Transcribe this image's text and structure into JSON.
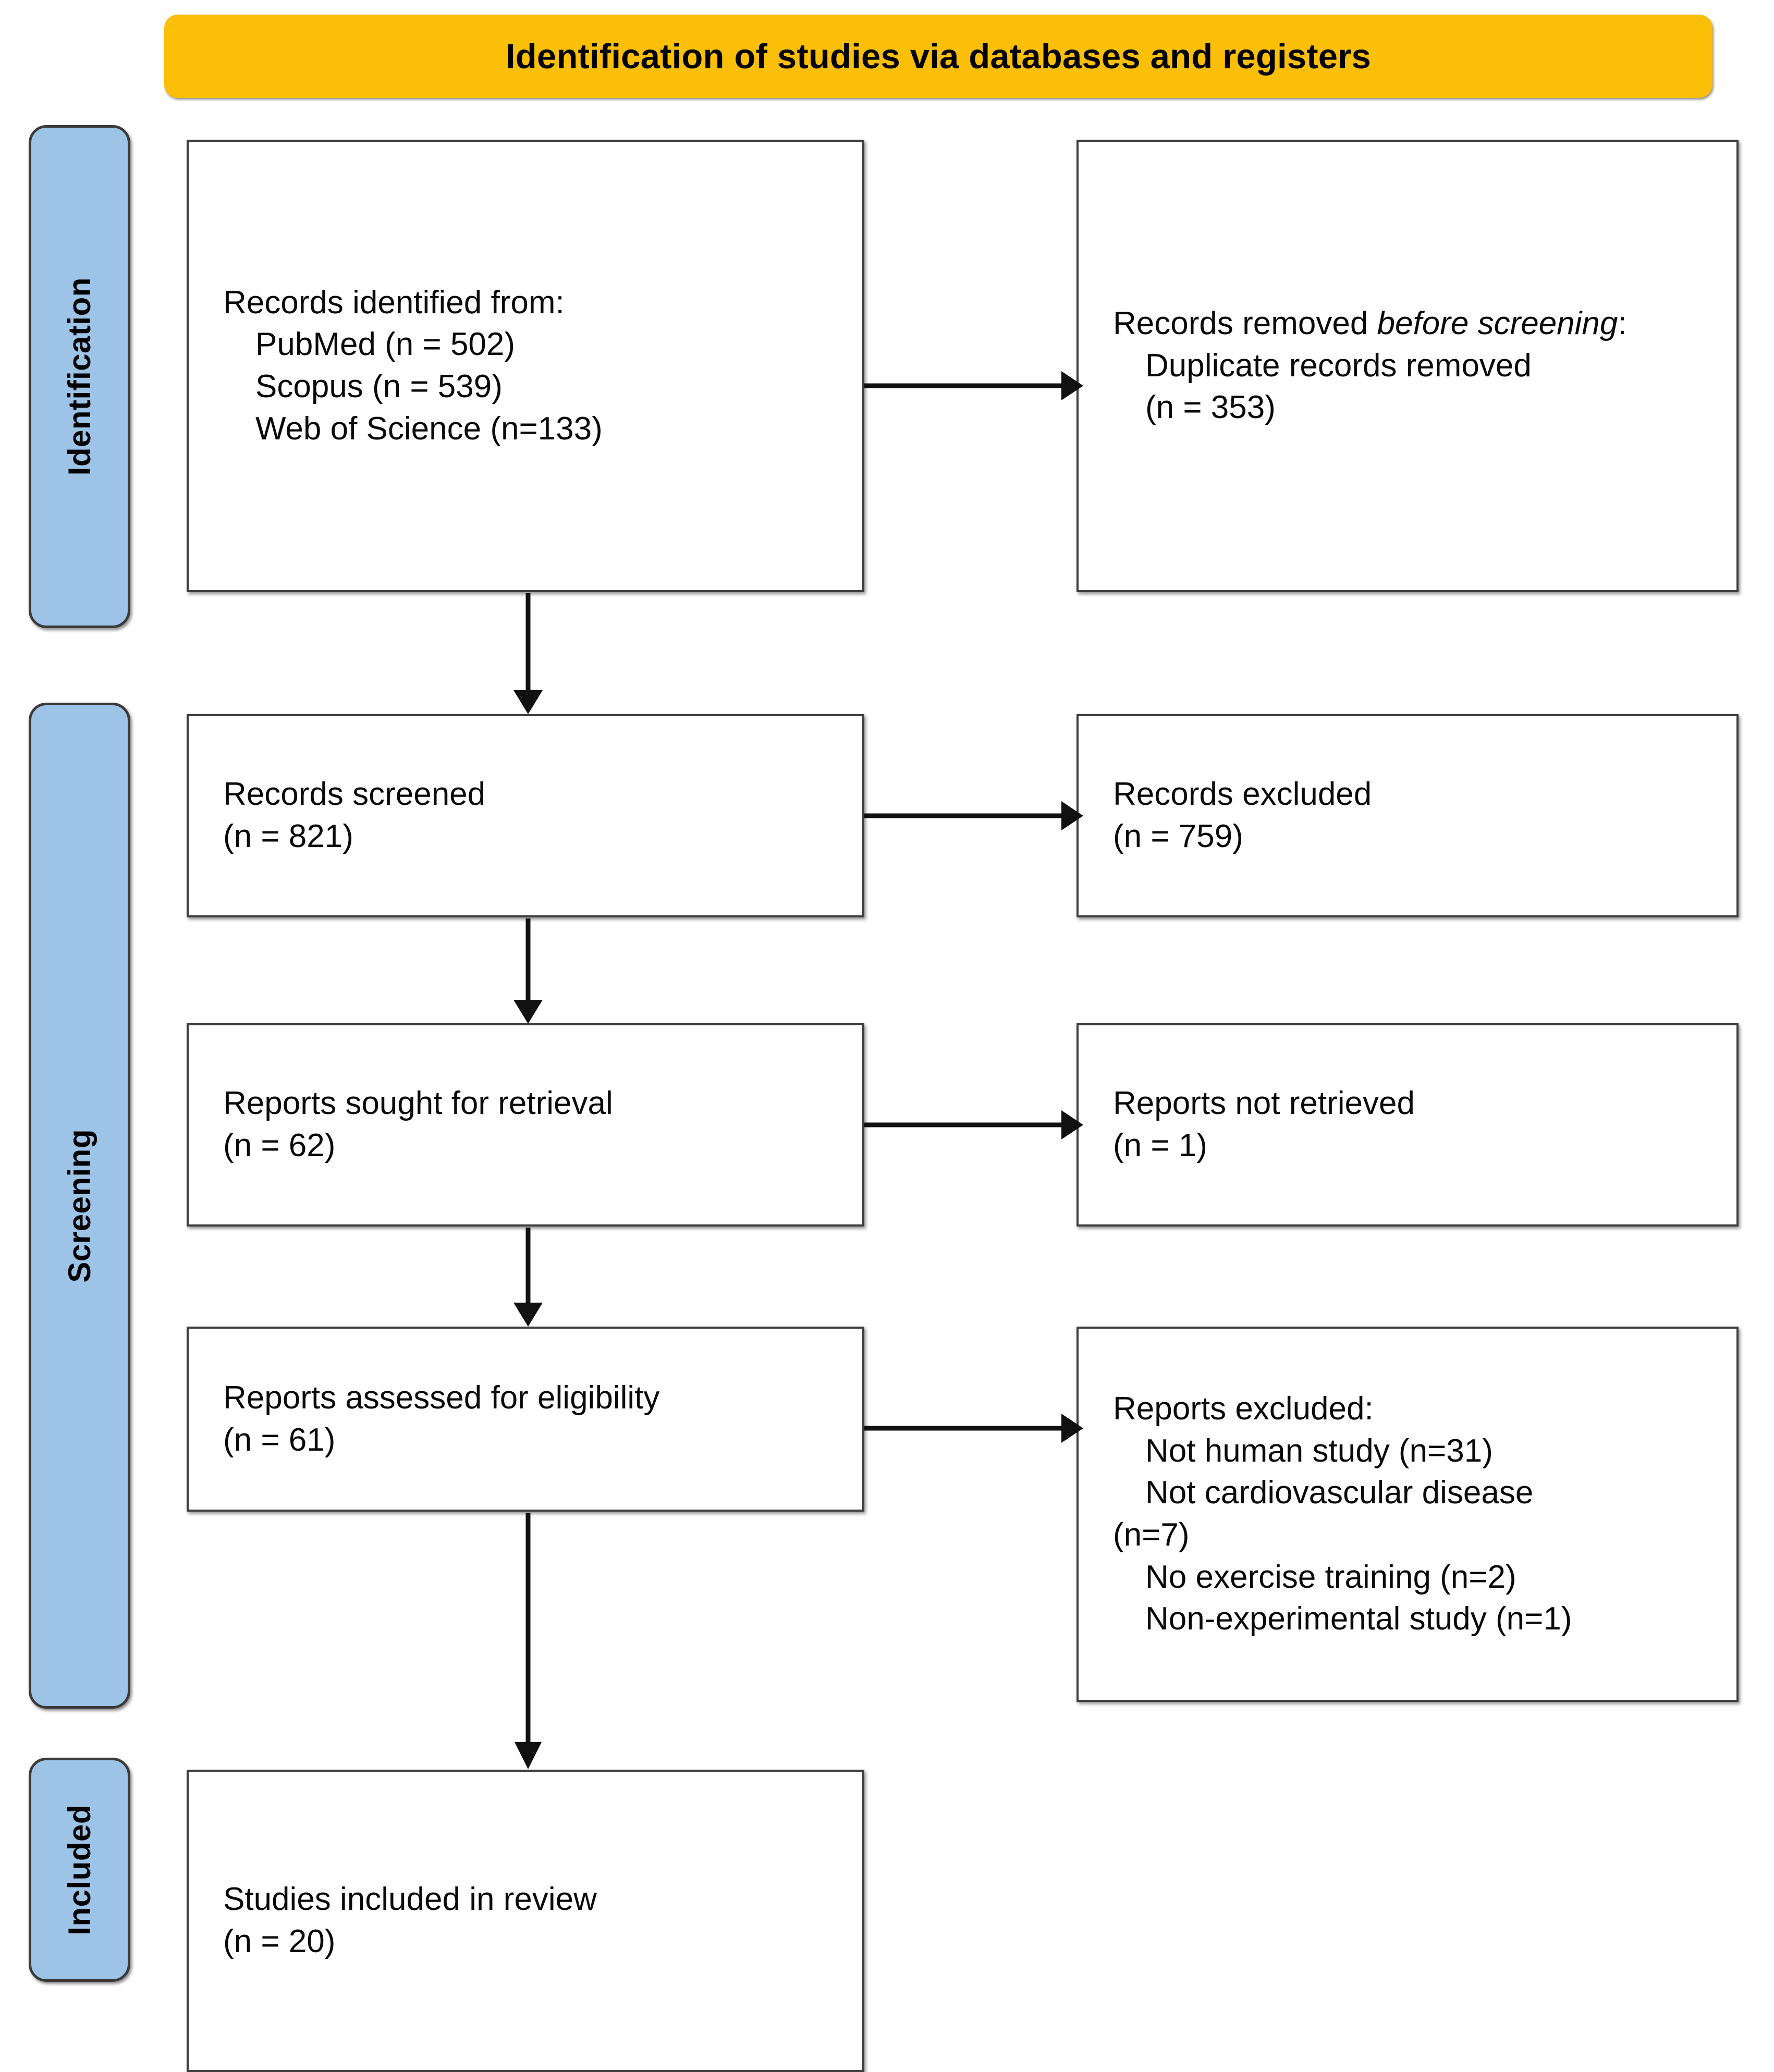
{
  "header": {
    "title": "Identification of studies via databases and registers",
    "banner_color": "#fcbf08"
  },
  "stages": {
    "identification": "Identification",
    "screening": "Screening",
    "included": "Included",
    "color": "#9dc3e6"
  },
  "boxes": {
    "records_identified": {
      "heading": "Records identified from:",
      "items": [
        "PubMed (n = 502)",
        "Scopus (n = 539)",
        "Web of Science (n=133)"
      ]
    },
    "records_removed": {
      "heading_plain": "Records removed ",
      "heading_italic": "before screening",
      "heading_tail": ":",
      "items": [
        "Duplicate records removed"
      ],
      "count": "(n = 353)"
    },
    "records_screened": {
      "heading": "Records screened",
      "count": "(n = 821)"
    },
    "records_excluded": {
      "heading": "Records excluded",
      "count": "(n = 759)"
    },
    "reports_sought": {
      "heading": "Reports sought for retrieval",
      "count": "(n = 62)"
    },
    "reports_not_retrieved": {
      "heading": "Reports not retrieved",
      "count": "(n = 1)"
    },
    "reports_assessed": {
      "heading": "Reports assessed for eligibility",
      "count": "(n = 61)"
    },
    "reports_excluded": {
      "heading": "Reports excluded:",
      "items": [
        "Not human study (n=31)",
        "Not cardiovascular disease",
        "No exercise training (n=2)",
        "Non-experimental study (n=1)"
      ],
      "wrapped_count": "(n=7)"
    },
    "studies_included": {
      "heading": "Studies included in review",
      "count": "(n = 20)"
    }
  },
  "arrows": {
    "identified_to_removed": "horizontal-arrow-right",
    "identified_to_screened": "vertical-arrow-down",
    "screened_to_excluded": "horizontal-arrow-right",
    "screened_to_sought": "vertical-arrow-down",
    "sought_to_not_retrieved": "horizontal-arrow-right",
    "sought_to_assessed": "vertical-arrow-down",
    "assessed_to_excluded": "horizontal-arrow-right",
    "assessed_to_included": "vertical-arrow-down"
  }
}
